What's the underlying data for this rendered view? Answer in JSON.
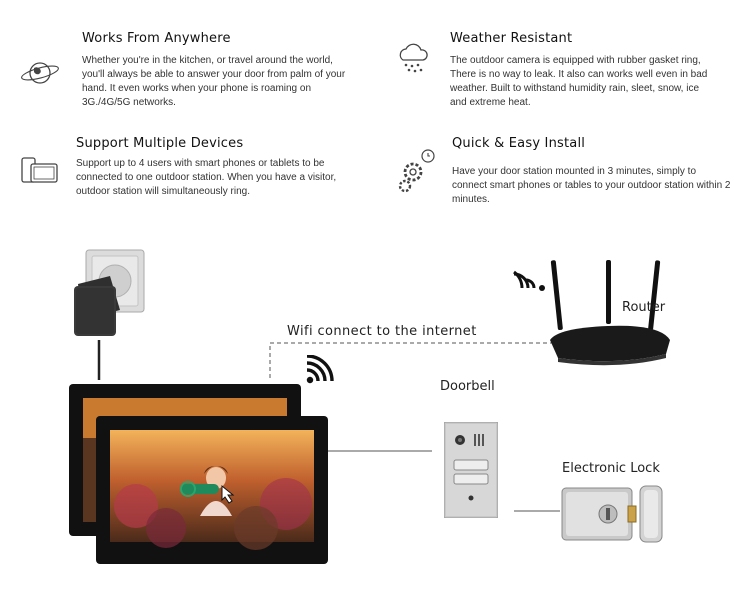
{
  "features": [
    {
      "title": "Works From Anywhere",
      "text": "Whether you're in the kitchen, or travel around the world, you'll always be able to answer your door from palm of your hand. It even works when your phone is roaming on 3G./4G/5G networks.",
      "icon": "globe-icon"
    },
    {
      "title": "Weather Resistant",
      "text": "The outdoor camera is equipped with rubber gasket ring, There is no way to leak. It also can works well even in bad weather. Built to withstand humidity rain, sleet, snow, ice and extreme heat.",
      "icon": "rain-cloud-icon"
    },
    {
      "title": "Support Multiple Devices",
      "text": "Support up to 4 users with smart phones or tablets to be connected to one outdoor station. When you have a visitor, outdoor station will simultaneously ring.",
      "icon": "devices-icon"
    },
    {
      "title": "Quick & Easy Install",
      "text": "Have your door station mounted in 3 minutes, simply to connect smart phones or tables to your outdoor station within 2 minutes.",
      "icon": "gears-clock-icon"
    }
  ],
  "diagram": {
    "wifi_label": "Wifi connect to the internet",
    "router_label": "Router",
    "doorbell_label": "Doorbell",
    "lock_label": "Electronic Lock"
  }
}
